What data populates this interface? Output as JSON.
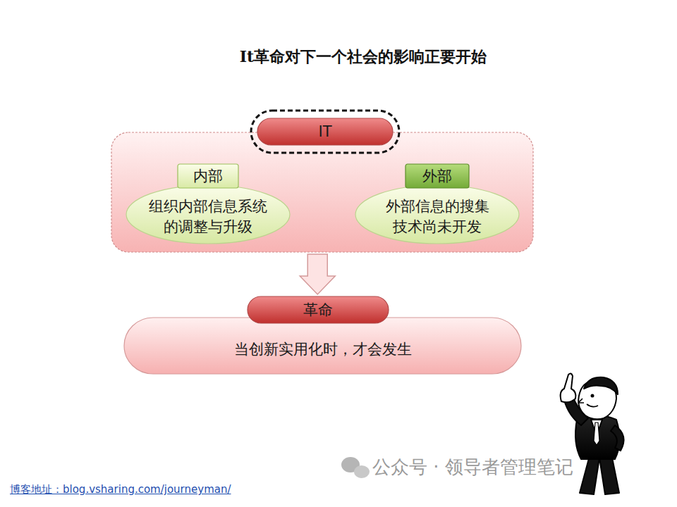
{
  "diagram": {
    "title": "It革命对下一个社会的影响正要开始",
    "nodes": [
      {
        "text": [
          "IT"
        ]
      },
      {
        "text": [
          "内部",
          "组织内部信息系统 的调整与升级"
        ],
        "in": 0
      },
      {
        "text": [
          "外部",
          "外部信息的搜集 技术尚未开发"
        ],
        "in": 0
      },
      {
        "text": [
          "革命",
          "当创新实用化时，才会发生"
        ]
      }
    ],
    "edges": [
      {
        "from": 0,
        "to": 3,
        "arrow": "to"
      }
    ],
    "labels": [
      "公众号 · 领导者管理笔记",
      "博客地址：blog.vsharing.com/journeyman/"
    ]
  }
}
